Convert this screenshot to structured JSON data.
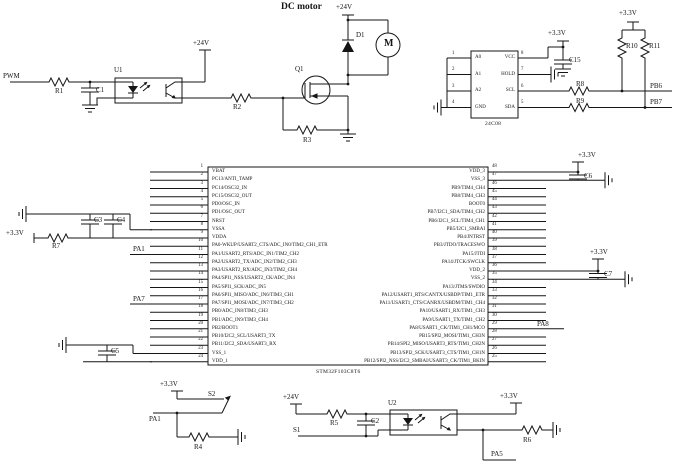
{
  "colors": {
    "ink": "#151515",
    "bg": "#ffffff"
  },
  "title": "DC motor",
  "pwm_stage": {
    "pwm": "PWM",
    "r1": "R1",
    "c1": "C1",
    "u1": "U1",
    "v24": "+24V"
  },
  "driver_stage": {
    "r2": "R2",
    "q1": "Q1",
    "r3": "R3",
    "d1": "D1",
    "motor_m": "M",
    "v24": "+24V"
  },
  "eeprom": {
    "part": "24C08",
    "left_pin_numbers": [
      "1",
      "2",
      "3",
      "4"
    ],
    "left_pin_names": [
      "A0",
      "A1",
      "A2",
      "GND"
    ],
    "right_pin_numbers": [
      "8",
      "7",
      "6",
      "5"
    ],
    "right_pin_names": [
      "VCC",
      "HOLD",
      "SCL",
      "SDA"
    ],
    "v33_c15": "+3.3V",
    "c15": "C15",
    "v33_pullups": "+3.3V",
    "r10": "R10",
    "r11": "R11",
    "r8": "R8",
    "r9": "R9",
    "pb6": "PB6",
    "pb7": "PB7"
  },
  "mcu": {
    "part": "STM32F103C8T6",
    "left_pin_numbers": [
      "1",
      "2",
      "3",
      "4",
      "5",
      "6",
      "7",
      "8",
      "9",
      "10",
      "11",
      "12",
      "13",
      "14",
      "15",
      "16",
      "17",
      "18",
      "19",
      "20",
      "21",
      "22",
      "23",
      "24"
    ],
    "left_pin_names": [
      "VBAT",
      "PC13/ANTI_TAMP",
      "PC14/OSC32_IN",
      "PC15/OSC32_OUT",
      "PD0/OSC_IN",
      "PD1/OSC_OUT",
      "NRST",
      "VSSA",
      "VDDA",
      "PA0-WKUP/USART2_CTS/ADC_IN0/TIM2_CH1_ETR",
      "PA1/USART2_RTS/ADC_IN1/TIM2_CH2",
      "PA2/USART2_TX/ADC_IN2/TIM2_CH3",
      "PA3/USART2_RX/ADC_IN3/TIM2_CH4",
      "PA4/SPI1_NSS/USART2_CK/ADC_IN4",
      "PA5/SPI1_SCK/ADC_IN5",
      "PA6/SPI1_MISO/ADC_IN6/TIM3_CH1",
      "PA7/SPI1_MOSI/ADC_IN7/TIM3_CH2",
      "PB0/ADC_IN8/TIM3_CH3",
      "PB1/ADC_IN9/TIM3_CH4",
      "PB2/BOOT1",
      "PB10/I2C2_SCL/USART3_TX",
      "PB11/I2C2_SDA/USART3_RX",
      "VSS_1",
      "VDD_1"
    ],
    "right_pin_numbers": [
      "48",
      "47",
      "46",
      "45",
      "44",
      "43",
      "42",
      "41",
      "40",
      "39",
      "38",
      "37",
      "36",
      "35",
      "34",
      "33",
      "32",
      "31",
      "30",
      "29",
      "28",
      "27",
      "26",
      "25"
    ],
    "right_pin_names": [
      "VDD_3",
      "VSS_3",
      "PB9/TIM4_CH4",
      "PB8/TIM4_CH3",
      "BOOT0",
      "PB7/I2C1_SDA/TIM4_CH2",
      "PB6/I2C1_SCL/TIM4_CH1",
      "PB5/I2C1_SMBAI",
      "PB4/JNTRST",
      "PB3/JTDO/TRACESWO",
      "PA15/JTDI",
      "PA14/JTCK/SWCLK",
      "VDD_2",
      "VSS_2",
      "PA13/JTMS/SWDIO",
      "PA12/USART1_RTS/CANTX/USBDP/TIM1_ETR",
      "PA11/USART1_CTS/CANRX/USBDM/TIM1_CH4",
      "PA10/USART1_RX/TIM1_CH3",
      "PA9/USART1_TX/TIM1_CH2",
      "PA8/USART1_CK/TIM1_CH1/MCO",
      "PB15/SPI2_MOSI/TIM1_CH3N",
      "PB14/SPI2_MISO/USART3_RTS/TIM1_CH2N",
      "PB13/SPI2_SCK/USART3_CTS/TIM1_CH1N",
      "PB12/SPI2_NSS/I2C2_SMBAI/USART3_CK/TIM1_BKIN"
    ]
  },
  "mcu_periphery": {
    "v33_r7": "+3.3V",
    "r7": "R7",
    "c3": "C3",
    "c4": "C4",
    "c5": "C5",
    "pa1": "PA1",
    "pa7": "PA7",
    "v33_c6": "+3.3V",
    "c6": "C6",
    "v33_c7": "+3.3V",
    "c7": "C7",
    "pa8": "PA8"
  },
  "bottom_left": {
    "v33": "+3.3V",
    "s2": "S2",
    "pa1": "PA1",
    "r4": "R4"
  },
  "bottom_right": {
    "v24": "+24V",
    "r5": "R5",
    "c2": "C2",
    "s1": "S1",
    "u2": "U2",
    "v33": "+3.3V",
    "r6": "R6",
    "pa5": "PA5"
  }
}
